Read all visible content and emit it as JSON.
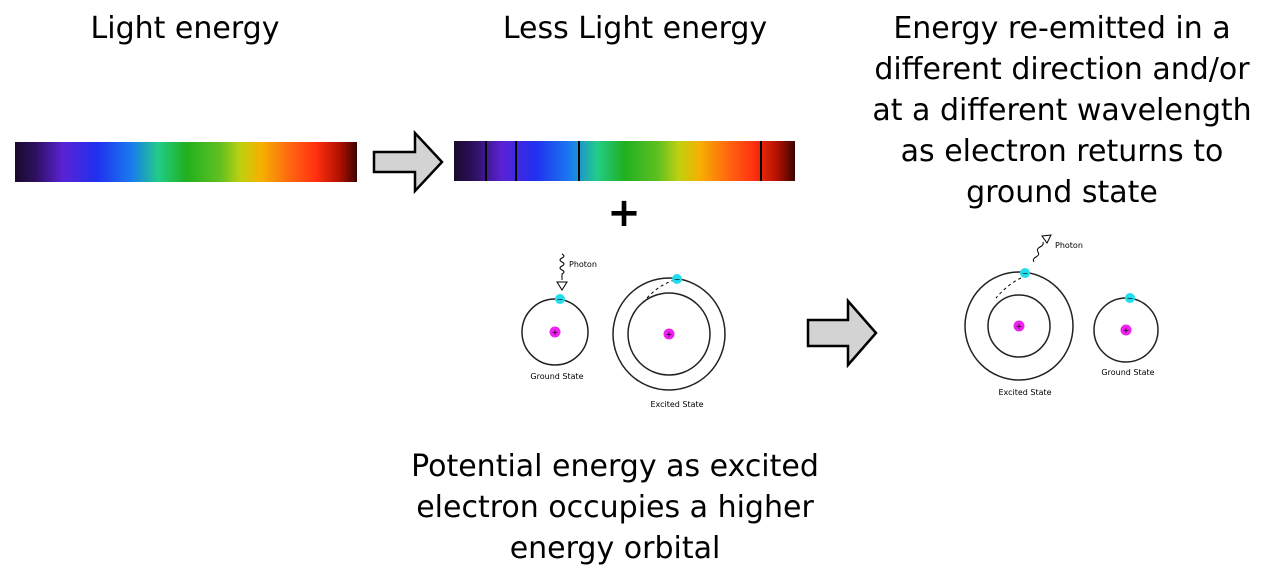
{
  "headings": {
    "light": "Light energy",
    "less": "Less Light energy",
    "reemit": "Energy re-emitted in a different direction and/or at a different wavelength as electron returns to ground state"
  },
  "caption": "Potential energy as excited electron occupies a higher energy orbital",
  "plus_sign": "+",
  "atoms": {
    "photon": "Photon",
    "ground_state": "Ground State",
    "excited_state": "Excited State",
    "nucleus_symbol": "+",
    "electron_symbol": "−"
  },
  "colors": {
    "nucleus": "#ee22ee",
    "electron": "#22ddee",
    "arrow_fill": "#d3d3d3"
  }
}
